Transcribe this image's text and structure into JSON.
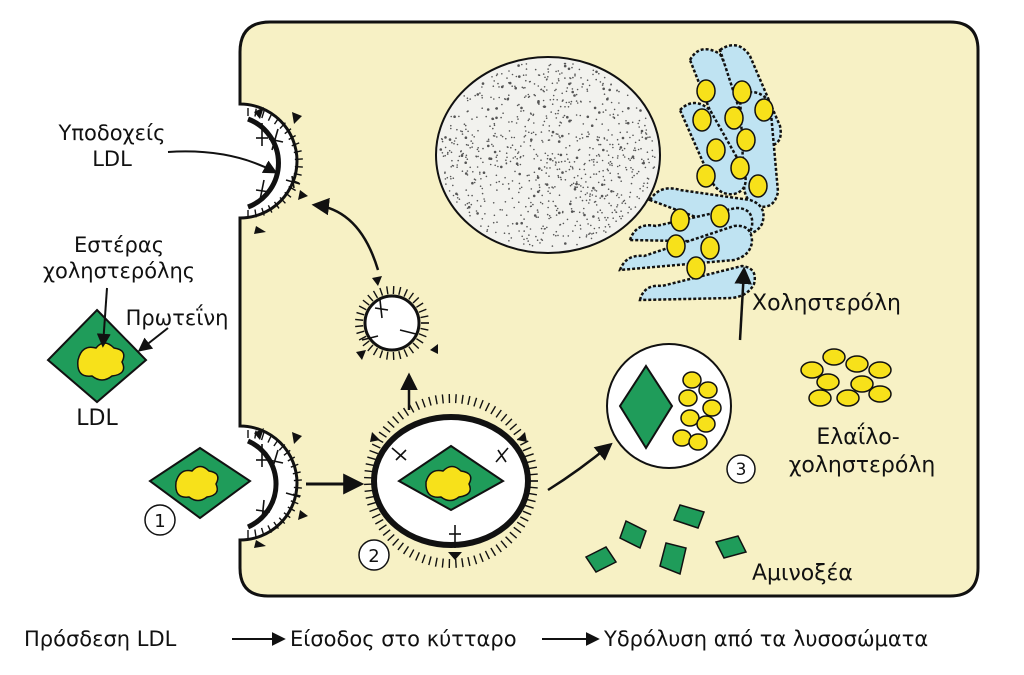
{
  "labels": {
    "receptors": [
      "Υποδοχείς",
      "LDL"
    ],
    "ester": [
      "Εστέρας",
      "χοληστερόλης"
    ],
    "protein": "Πρωτεΐνη",
    "ldl": "LDL",
    "cholesterol": "Χοληστερόλη",
    "oleyl": [
      "Ελαΐλο-",
      "χοληστερόλη"
    ],
    "amino": "Αμινοξέα"
  },
  "steps": {
    "one": "1",
    "two": "2",
    "three": "3",
    "bottom": [
      "Πρόσδεση LDL",
      "Είσοδος στο κύτταρο",
      "Υδρόλυση από τα λυσοσώματα"
    ]
  },
  "colors": {
    "cell": "#f7f1c5",
    "ldl_green": "#1f9c5a",
    "core_yellow": "#f7e11a",
    "er_blue": "#bfe3f2",
    "outline": "#111111"
  }
}
